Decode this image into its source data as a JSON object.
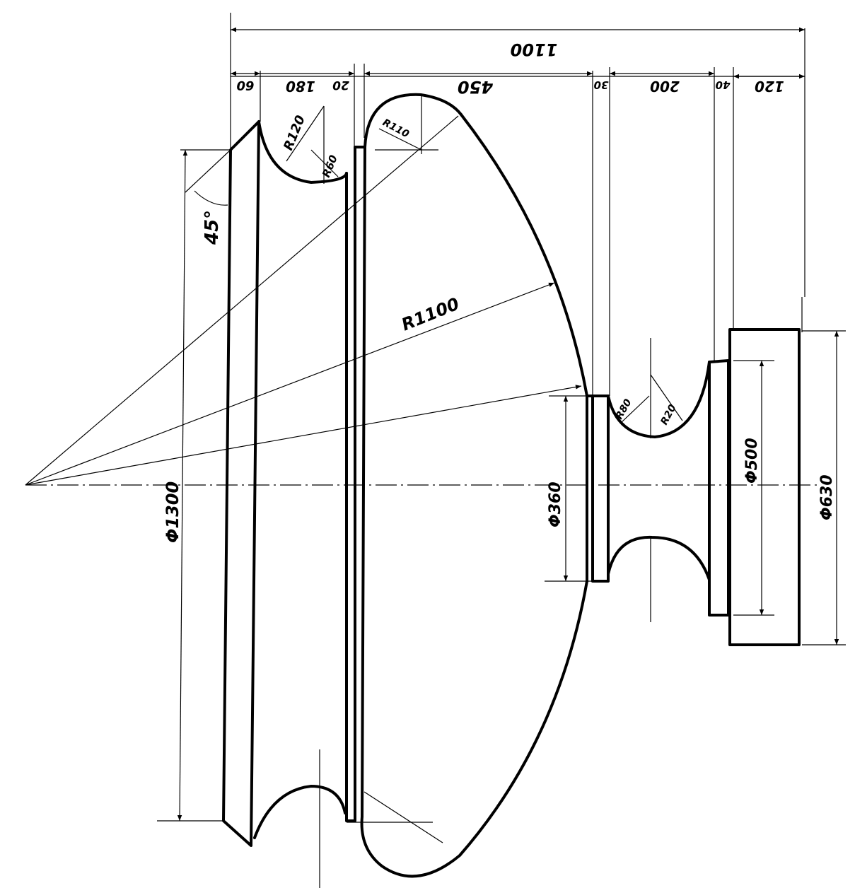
{
  "drawing": {
    "overall_length": "1100",
    "segments": {
      "seg1": "60",
      "seg2": "180",
      "seg3": "20",
      "seg4": "450",
      "seg5": "30",
      "seg6": "200",
      "seg7": "40",
      "seg8": "120"
    },
    "radii": {
      "r120_top": "R120",
      "r60": "R60",
      "r110": "R110",
      "r1100": "R1100",
      "r80": "R80",
      "r20": "R20"
    },
    "angle": "45°",
    "diameters": {
      "d1300": "Φ1300",
      "d360": "Φ360",
      "d500": "Φ500",
      "d630": "Φ630"
    }
  }
}
